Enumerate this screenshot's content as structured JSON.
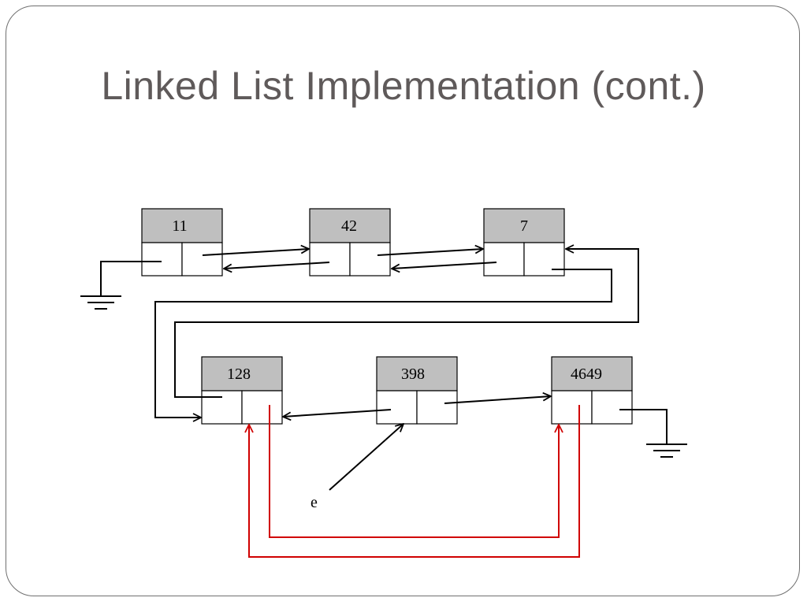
{
  "slide": {
    "title": "Linked List Implementation (cont.)"
  },
  "colors": {
    "link": "#000000",
    "highlight_link": "#d00000",
    "header_fill": "#bfbfbf",
    "frame_border": "#6f6f6f",
    "title_text": "#5f5a5a"
  },
  "diagram": {
    "nodes": [
      {
        "id": "n11",
        "value": "11"
      },
      {
        "id": "n42",
        "value": "42"
      },
      {
        "id": "n7",
        "value": "7"
      },
      {
        "id": "n128",
        "value": "128"
      },
      {
        "id": "n398",
        "value": "398"
      },
      {
        "id": "n4649",
        "value": "4649"
      }
    ],
    "variable": {
      "label": "e",
      "points_to": "n398"
    },
    "ground_symbols": [
      {
        "attached_to": "n11",
        "pointer": "prev"
      },
      {
        "attached_to": "n4649",
        "pointer": "next"
      }
    ]
  }
}
